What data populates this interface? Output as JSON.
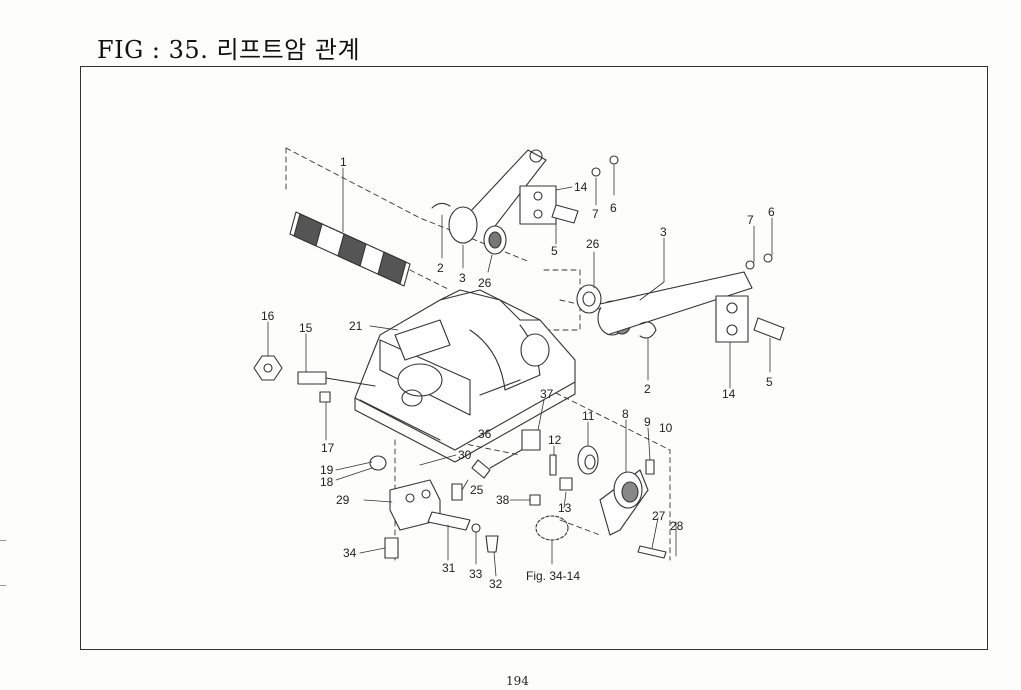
{
  "figure": {
    "title": "FIG : 35. 리프트암 관계",
    "page_number": "194",
    "reference_note": "Fig. 34-14"
  },
  "part_labels": [
    {
      "id": "lbl-1",
      "text": "1"
    },
    {
      "id": "lbl-2a",
      "text": "2"
    },
    {
      "id": "lbl-3a",
      "text": "3"
    },
    {
      "id": "lbl-26a",
      "text": "26"
    },
    {
      "id": "lbl-14a",
      "text": "14"
    },
    {
      "id": "lbl-7a",
      "text": "7"
    },
    {
      "id": "lbl-6a",
      "text": "6"
    },
    {
      "id": "lbl-5a",
      "text": "5"
    },
    {
      "id": "lbl-26b",
      "text": "26"
    },
    {
      "id": "lbl-3b",
      "text": "3"
    },
    {
      "id": "lbl-7b",
      "text": "7"
    },
    {
      "id": "lbl-6b",
      "text": "6"
    },
    {
      "id": "lbl-2b",
      "text": "2"
    },
    {
      "id": "lbl-14b",
      "text": "14"
    },
    {
      "id": "lbl-5b",
      "text": "5"
    },
    {
      "id": "lbl-16",
      "text": "16"
    },
    {
      "id": "lbl-15",
      "text": "15"
    },
    {
      "id": "lbl-21",
      "text": "21"
    },
    {
      "id": "lbl-17",
      "text": "17"
    },
    {
      "id": "lbl-19",
      "text": "19"
    },
    {
      "id": "lbl-18",
      "text": "18"
    },
    {
      "id": "lbl-29",
      "text": "29"
    },
    {
      "id": "lbl-30",
      "text": "30"
    },
    {
      "id": "lbl-36",
      "text": "36"
    },
    {
      "id": "lbl-25",
      "text": "25"
    },
    {
      "id": "lbl-38",
      "text": "38"
    },
    {
      "id": "lbl-37",
      "text": "37"
    },
    {
      "id": "lbl-11",
      "text": "11"
    },
    {
      "id": "lbl-12",
      "text": "12"
    },
    {
      "id": "lbl-13",
      "text": "13"
    },
    {
      "id": "lbl-8",
      "text": "8"
    },
    {
      "id": "lbl-9",
      "text": "9"
    },
    {
      "id": "lbl-10",
      "text": "10"
    },
    {
      "id": "lbl-27",
      "text": "27"
    },
    {
      "id": "lbl-28",
      "text": "28"
    },
    {
      "id": "lbl-34",
      "text": "34"
    },
    {
      "id": "lbl-31",
      "text": "31"
    },
    {
      "id": "lbl-33",
      "text": "33"
    },
    {
      "id": "lbl-32",
      "text": "32"
    }
  ]
}
